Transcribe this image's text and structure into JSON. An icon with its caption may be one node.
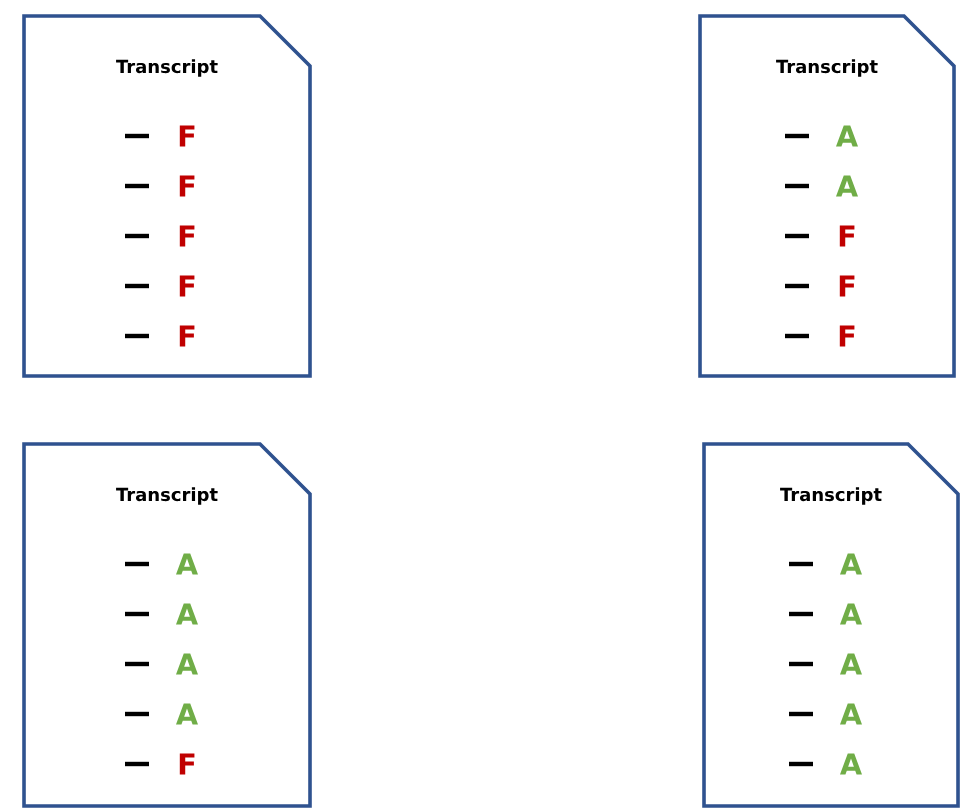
{
  "diagram": {
    "nodes": [
      {
        "text": [
          "Transcript"
        ]
      },
      {
        "text": [
          "F"
        ],
        "in": 0
      },
      {
        "text": [
          "F"
        ],
        "in": 0
      },
      {
        "text": [
          "F"
        ],
        "in": 0
      },
      {
        "text": [
          "F"
        ],
        "in": 0
      },
      {
        "text": [
          "F"
        ],
        "in": 0
      },
      {
        "text": [
          "Transcript"
        ]
      },
      {
        "text": [
          "A"
        ],
        "in": 6
      },
      {
        "text": [
          "A"
        ],
        "in": 6
      },
      {
        "text": [
          "F"
        ],
        "in": 6
      },
      {
        "text": [
          "F"
        ],
        "in": 6
      },
      {
        "text": [
          "F"
        ],
        "in": 6
      },
      {
        "text": [
          "Transcript"
        ]
      },
      {
        "text": [
          "A"
        ],
        "in": 12
      },
      {
        "text": [
          "A"
        ],
        "in": 12
      },
      {
        "text": [
          "A"
        ],
        "in": 12
      },
      {
        "text": [
          "A"
        ],
        "in": 12
      },
      {
        "text": [
          "F"
        ],
        "in": 12
      },
      {
        "text": [
          "Transcript"
        ]
      },
      {
        "text": [
          "A"
        ],
        "in": 18
      },
      {
        "text": [
          "A"
        ],
        "in": 18
      },
      {
        "text": [
          "A"
        ],
        "in": 18
      },
      {
        "text": [
          "A"
        ],
        "in": 18
      },
      {
        "text": [
          "A"
        ],
        "in": 18
      }
    ]
  }
}
